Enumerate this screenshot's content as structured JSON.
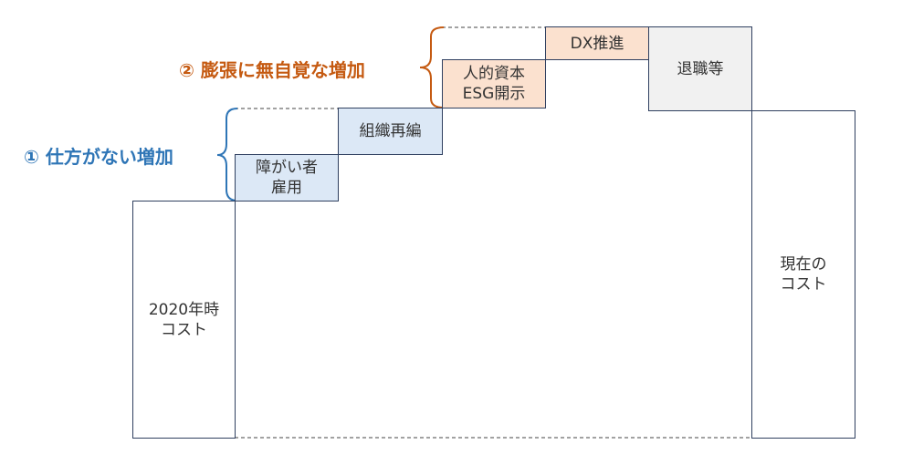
{
  "labels": {
    "unavoidable": "① 仕方がない増加",
    "unconscious": "② 膨張に無自覚な増加"
  },
  "boxes": {
    "cost_2020": "2020年時\nコスト",
    "disability": "障がい者\n雇用",
    "reorg": "組織再編",
    "human_capital": "人的資本\nESG開示",
    "dx": "DX推進",
    "retirement": "退職等",
    "current_cost": "現在の\nコスト"
  },
  "colors": {
    "blue_label": "#2e75b6",
    "orange_label": "#c55a11",
    "blue_fill": "#dce8f6",
    "peach_fill": "#fbe1cf",
    "gray_fill": "#f1f1f1",
    "border": "#2f3f5f"
  }
}
